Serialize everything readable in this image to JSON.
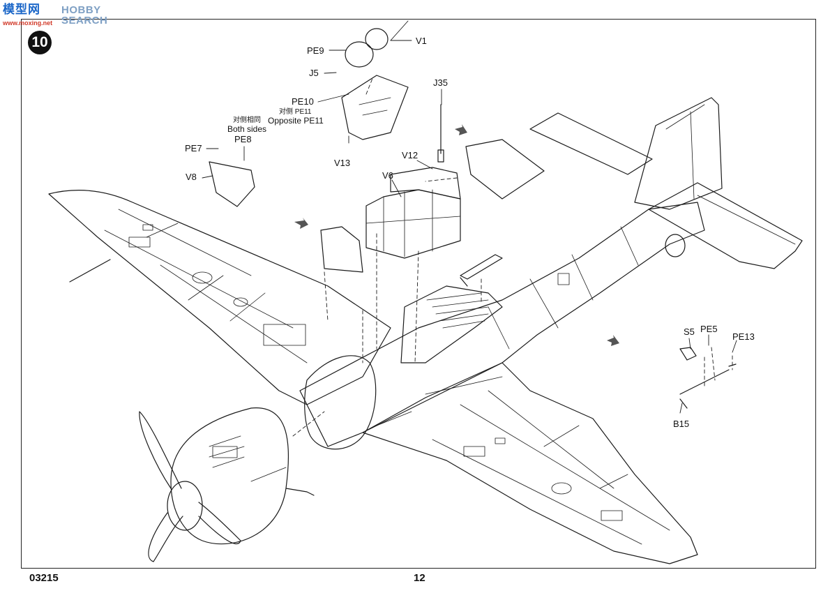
{
  "watermark": {
    "logo": "模型网",
    "text": "HOBBY SEARCH",
    "url": "www.moxing.net"
  },
  "step": {
    "number": "10"
  },
  "footer": {
    "kit_number": "03215",
    "page_number": "12"
  },
  "part_labels": {
    "pe9": "PE9",
    "v1": "V1",
    "j5": "J5",
    "pe10": "PE10",
    "opposite_pe11_cn": "对侧 PE11",
    "opposite_pe11_en": "Opposite PE11",
    "v13": "V13",
    "j35": "J35",
    "v12": "V12",
    "v6": "V6",
    "both_sides_cn": "对侧相同",
    "both_sides_en": "Both sides",
    "pe7": "PE7",
    "pe8": "PE8",
    "v8": "V8",
    "s5": "S5",
    "pe5": "PE5",
    "pe13": "PE13",
    "b15": "B15"
  }
}
